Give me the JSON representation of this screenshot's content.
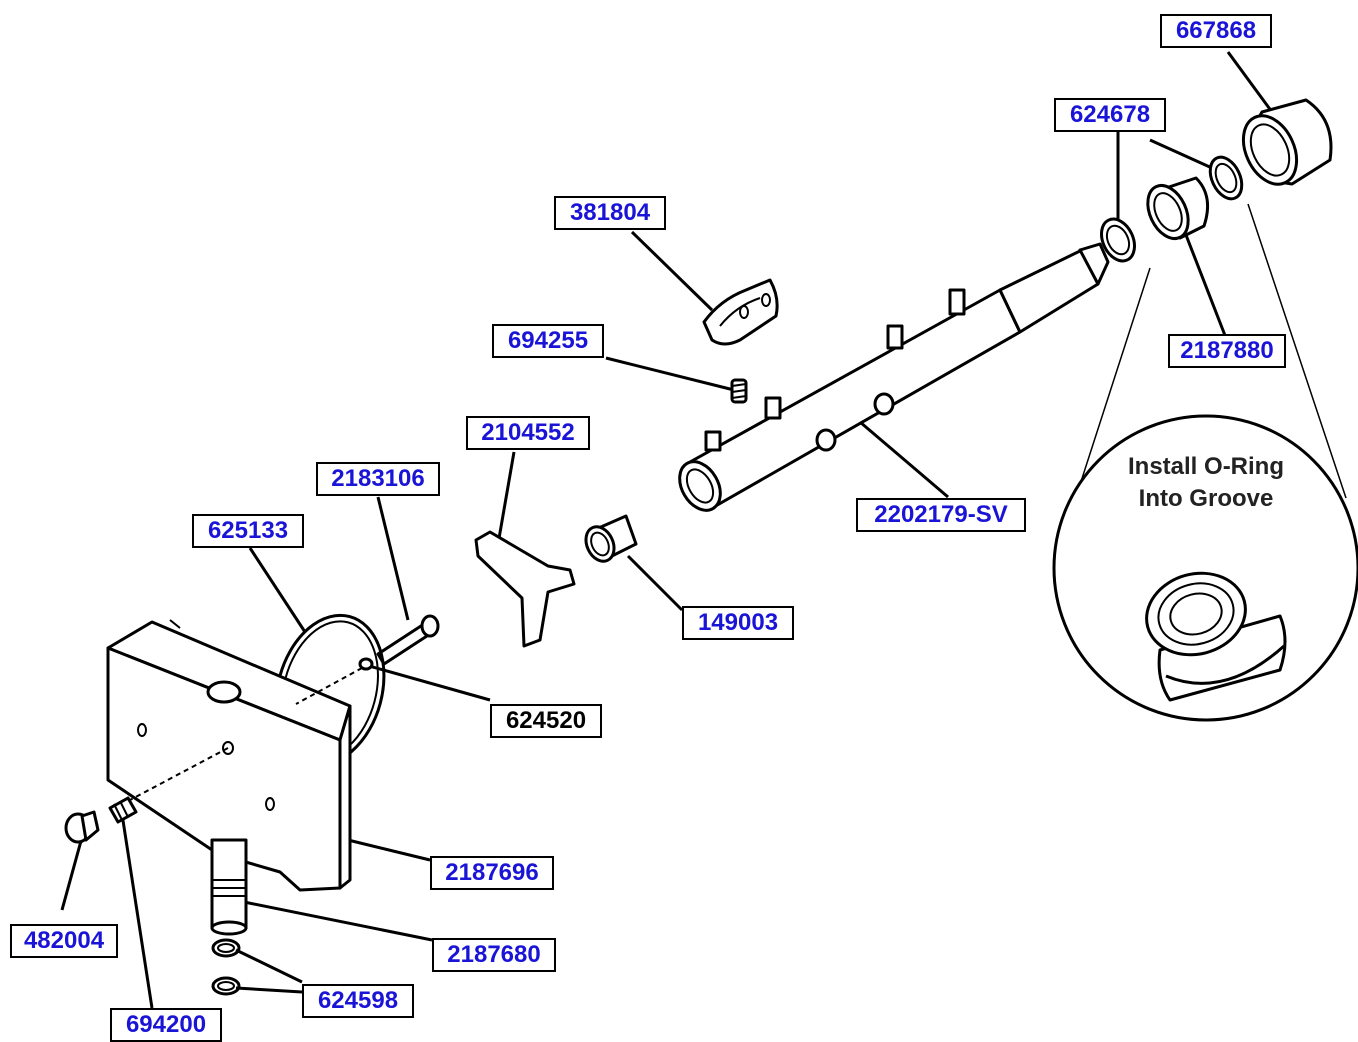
{
  "diagram": {
    "label_color": "#1a14d6",
    "parts": [
      {
        "id": "p667868",
        "number": "667868"
      },
      {
        "id": "p624678",
        "number": "624678"
      },
      {
        "id": "p381804",
        "number": "381804"
      },
      {
        "id": "p2187880",
        "number": "2187880"
      },
      {
        "id": "p694255",
        "number": "694255"
      },
      {
        "id": "p2104552",
        "number": "2104552"
      },
      {
        "id": "p2183106",
        "number": "2183106"
      },
      {
        "id": "p2202179",
        "number": "2202179-SV"
      },
      {
        "id": "p625133",
        "number": "625133"
      },
      {
        "id": "p149003",
        "number": "149003"
      },
      {
        "id": "p624520",
        "number": "624520"
      },
      {
        "id": "p2187696",
        "number": "2187696"
      },
      {
        "id": "p482004",
        "number": "482004"
      },
      {
        "id": "p2187680",
        "number": "2187680"
      },
      {
        "id": "p624598",
        "number": "624598"
      },
      {
        "id": "p694200",
        "number": "694200"
      }
    ],
    "detail_note": {
      "line1": "Install O-Ring",
      "line2": "Into Groove"
    }
  }
}
